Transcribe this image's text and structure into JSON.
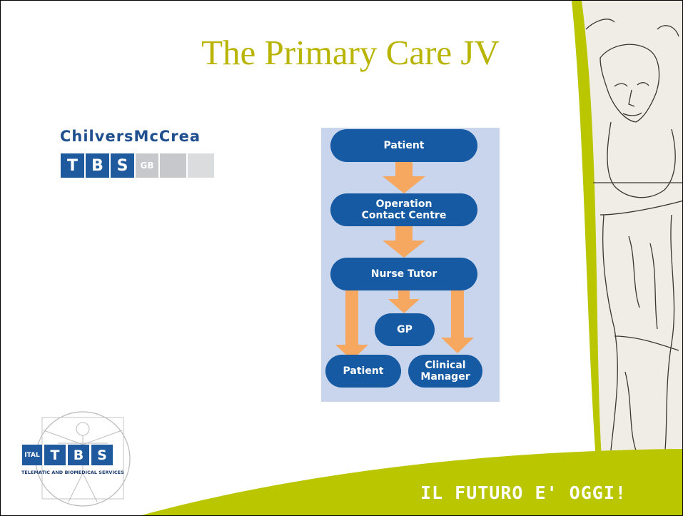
{
  "slide": {
    "title": "The Primary Care JV",
    "slogan": "IL FUTURO E' OGGI!"
  },
  "logo_chilvers": {
    "name": "ChilversMcCrea",
    "letters": [
      "T",
      "B",
      "S"
    ],
    "suffix": "GB"
  },
  "logo_ital": {
    "prefix": "ITAL",
    "letters": [
      "T",
      "B",
      "S"
    ],
    "subtitle": "TELEMATIC AND BIOMEDICAL SERVICES"
  },
  "flow": {
    "nodes": {
      "patient_top": "Patient",
      "contact_centre": "Operation\nContact Centre",
      "nurse_tutor": "Nurse Tutor",
      "gp": "GP",
      "patient_bottom": "Patient",
      "clinical_manager": "Clinical\nManager"
    },
    "colors": {
      "node": "#165aa3",
      "arrow": "#f7a860",
      "panel": "#c9d5ec"
    }
  },
  "colors": {
    "title": "#b8b400",
    "swoosh": "#b8c400"
  }
}
